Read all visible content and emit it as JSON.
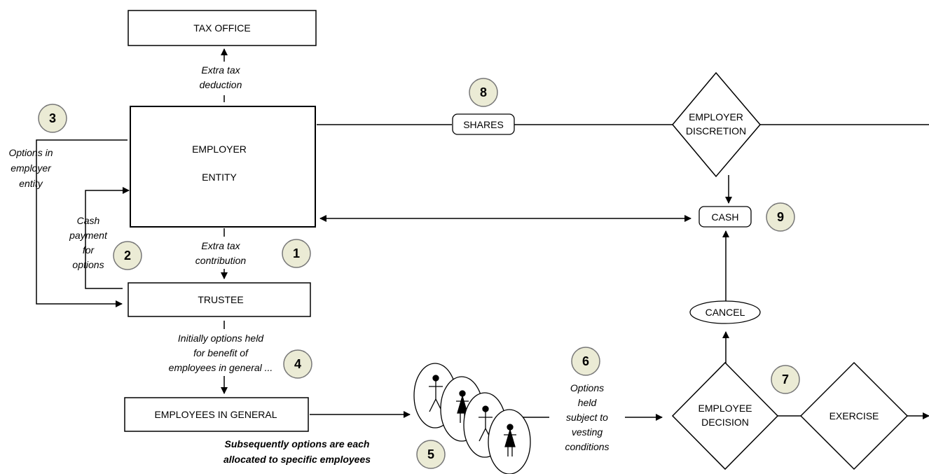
{
  "boxes": {
    "tax_office": "TAX OFFICE",
    "employer_line1": "EMPLOYER",
    "employer_line2": "ENTITY",
    "trustee": "TRUSTEE",
    "employees_in_general": "EMPLOYEES IN GENERAL"
  },
  "pills": {
    "shares": "SHARES",
    "cash": "CASH",
    "cancel": "CANCEL"
  },
  "diamonds": {
    "employer_discretion": [
      "EMPLOYER",
      "DISCRETION"
    ],
    "employee_decision": [
      "EMPLOYEE",
      "DECISION"
    ],
    "exercise": "EXERCISE"
  },
  "notes": {
    "extra_tax_deduction": [
      "Extra tax",
      "deduction"
    ],
    "extra_tax_contribution": [
      "Extra tax",
      "contribution"
    ],
    "options_in_employer_entity": [
      "Options in",
      "employer",
      "entity"
    ],
    "cash_payment_for_options": [
      "Cash",
      "payment",
      "for",
      "options"
    ],
    "initially_options": [
      "Initially options held",
      "for benefit of",
      "employees in general ..."
    ],
    "options_held_subject": [
      "Options",
      "held",
      "subject to",
      "vesting",
      "conditions"
    ],
    "subsequently_options": [
      "Subsequently options are each",
      "allocated to specific employees"
    ]
  },
  "step_numbers": [
    "1",
    "2",
    "3",
    "4",
    "5",
    "6",
    "7",
    "8",
    "9"
  ],
  "colors": {
    "badge_fill": "#ebebd5",
    "badge_stroke": "#777777",
    "line": "#000000"
  }
}
